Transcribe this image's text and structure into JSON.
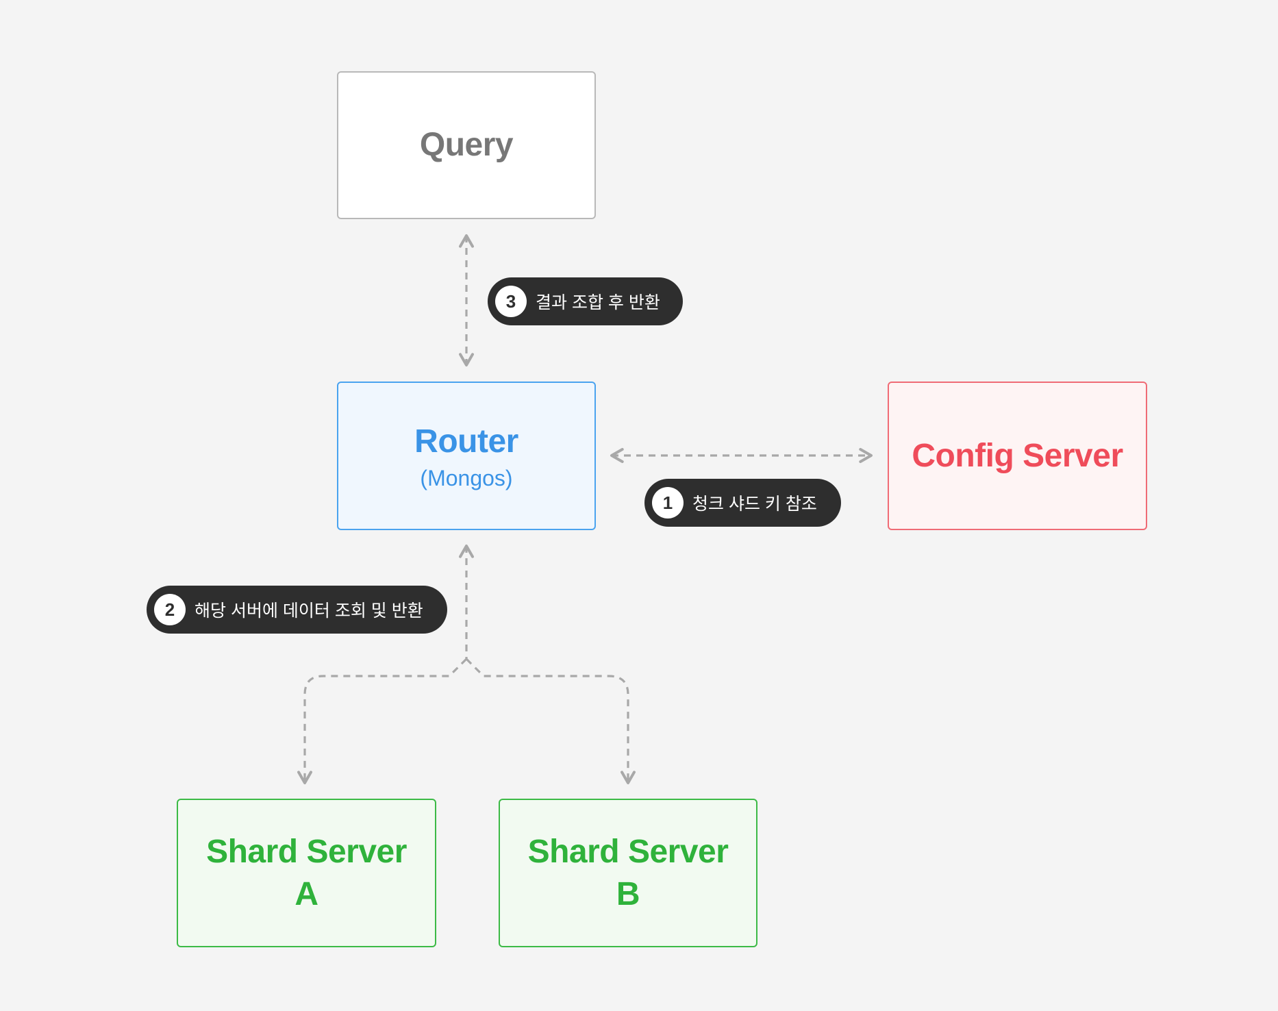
{
  "nodes": {
    "query": {
      "title": "Query"
    },
    "router": {
      "title": "Router",
      "subtitle": "(Mongos)"
    },
    "config": {
      "title": "Config Server"
    },
    "shard_a": {
      "title_line1": "Shard Server",
      "title_line2": "A"
    },
    "shard_b": {
      "title_line1": "Shard Server",
      "title_line2": "B"
    }
  },
  "steps": [
    {
      "number": "1",
      "label": "청크 샤드 키 참조"
    },
    {
      "number": "2",
      "label": "해당 서버에 데이터 조회 및 반환"
    },
    {
      "number": "3",
      "label": "결과 조합 후 반환"
    }
  ],
  "colors": {
    "background": "#f4f4f4",
    "connector": "#a8a8a8",
    "query": "#777777",
    "router": "#3a93e6",
    "config": "#ef4c5a",
    "shard": "#2fb23b",
    "step_pill": "#2e2e2e"
  }
}
